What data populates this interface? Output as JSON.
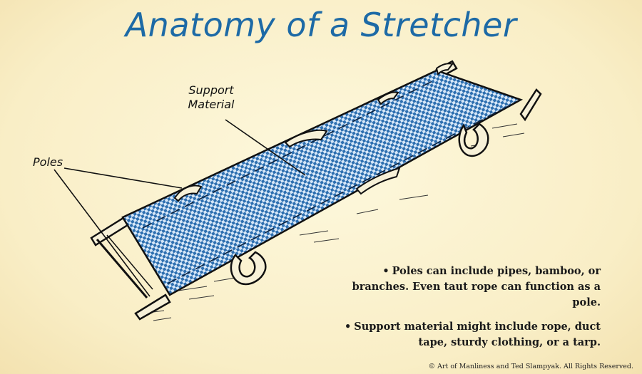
{
  "title": "Anatomy of a Stretcher",
  "labels": {
    "support_line1": "Support",
    "support_line2": "Material",
    "poles": "Poles"
  },
  "notes": [
    {
      "bullet": "•",
      "text": "Poles can include pipes, bamboo, or branches. Even taut rope can function as a pole."
    },
    {
      "bullet": "•",
      "text": "Support material might include rope, duct tape, sturdy clothing, or a tarp."
    }
  ],
  "credit": "© Art of Manliness and Ted Slampyak. All Rights Reserved.",
  "colors": {
    "title": "#1d6aa6",
    "fabric_light": "#cfe3f7",
    "fabric_dark": "#2d6fb0",
    "background": "#fbf3d2"
  }
}
